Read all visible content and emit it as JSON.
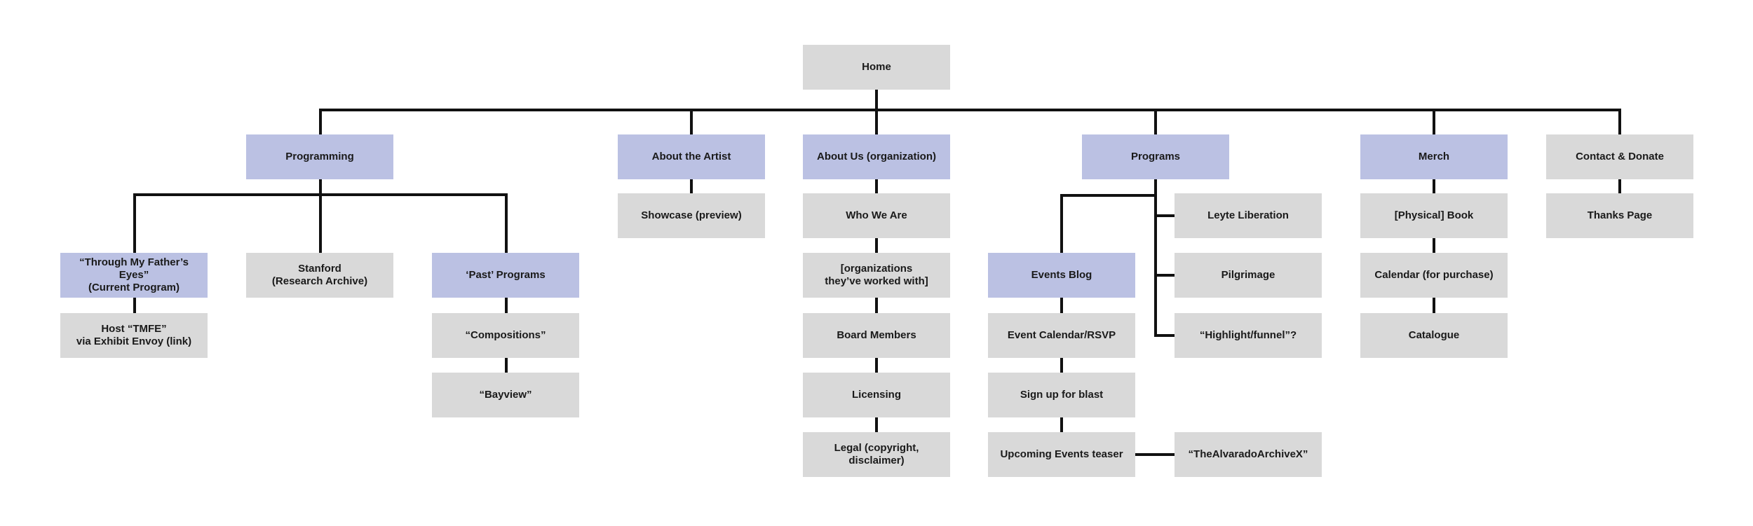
{
  "colors": {
    "hub": "#bbc1e3",
    "leaf": "#d9d9d9",
    "connector": "#111111"
  },
  "nodes": {
    "home": "Home",
    "programming": "Programming",
    "about_artist": "About the Artist",
    "about_us": "About Us (organization)",
    "programs": "Programs",
    "merch": "Merch",
    "contact": "Contact & Donate",
    "tmfe": "“Through My Father’s Eyes”\n(Current Program)",
    "host_tmfe": "Host “TMFE”\nvia Exhibit Envoy (link)",
    "stanford": "Stanford\n(Research Archive)",
    "past_programs": "‘Past’ Programs",
    "compositions": "“Compositions”",
    "bayview": "“Bayview”",
    "showcase": "Showcase (preview)",
    "who_we_are": "Who We Are",
    "organizations": "[organizations\nthey’ve worked with]",
    "board": "Board Members",
    "licensing": "Licensing",
    "legal": "Legal (copyright, disclaimer)",
    "events_blog": "Events Blog",
    "event_calendar": "Event Calendar/RSVP",
    "signup": "Sign up for blast",
    "upcoming": "Upcoming Events teaser",
    "alvarado": "“TheAlvaradoArchiveX”",
    "leyte": "Leyte Liberation",
    "pilgrimage": "Pilgrimage",
    "highlight": "“Highlight/funnel”?",
    "book": "[Physical] Book",
    "calendar": "Calendar (for purchase)",
    "catalogue": "Catalogue",
    "thanks": "Thanks Page"
  }
}
